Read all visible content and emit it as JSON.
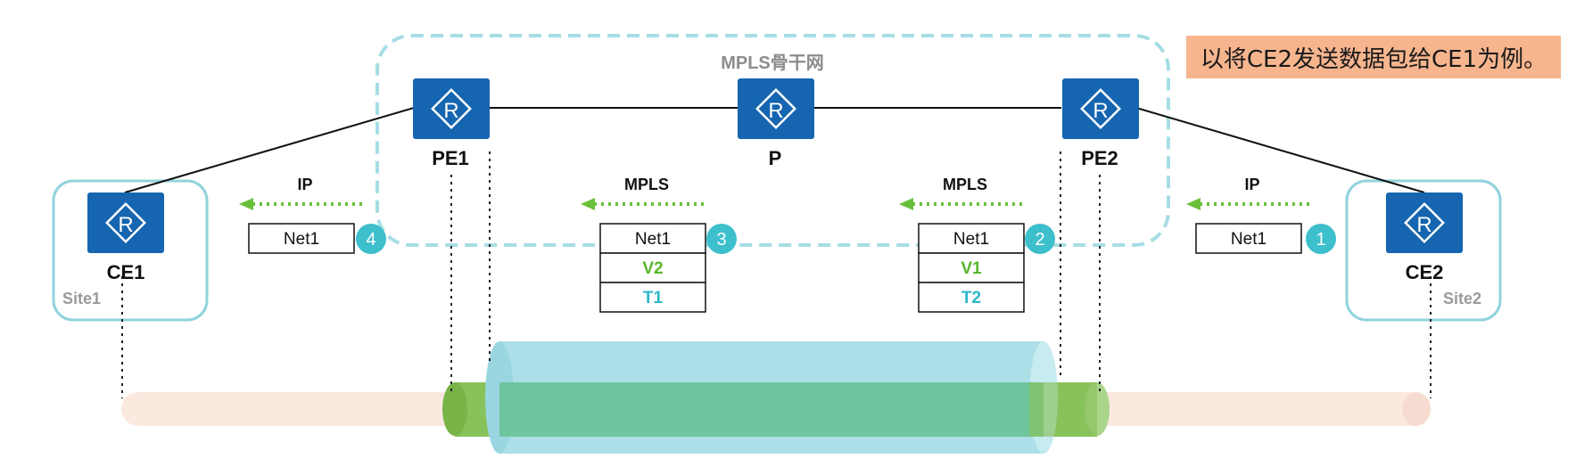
{
  "note": "以将CE2发送数据包给CE1为例。",
  "backbone_label": "MPLS骨干网",
  "devices": {
    "pe1": "PE1",
    "p": "P",
    "pe2": "PE2",
    "ce1": "CE1",
    "ce2": "CE2"
  },
  "router_glyph": "R",
  "sites": {
    "site1": "Site1",
    "site2": "Site2"
  },
  "stages": [
    {
      "step": "1",
      "protocol": "IP",
      "fields": [
        "Net1"
      ]
    },
    {
      "step": "2",
      "protocol": "MPLS",
      "fields": [
        "Net1",
        "V1",
        "T2"
      ]
    },
    {
      "step": "3",
      "protocol": "MPLS",
      "fields": [
        "Net1",
        "V2",
        "T1"
      ]
    },
    {
      "step": "4",
      "protocol": "IP",
      "fields": [
        "Net1"
      ]
    }
  ],
  "colors": {
    "router": "#1565b0",
    "backbone_dash": "#a6dde5",
    "site_border": "#8fd3dc",
    "step_badge": "#3dbfcc",
    "arrow": "#6abf3a",
    "vpn_label": "#59b62b",
    "tunnel_label": "#2bb8c8",
    "outer_pipe": "#fbe9e0",
    "green_pipe": "#88c25a",
    "blue_tunnel": "#a8dde6",
    "note_bg": "#f7b58e"
  }
}
